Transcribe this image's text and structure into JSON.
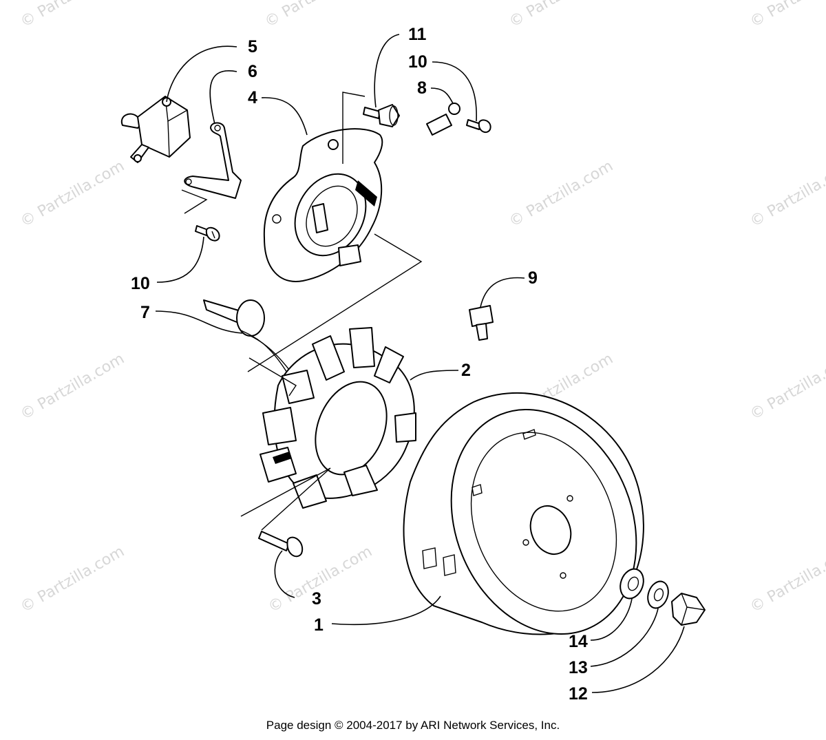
{
  "watermark_text": "© Partzilla.com",
  "callouts": {
    "c1": "1",
    "c2": "2",
    "c3": "3",
    "c4": "4",
    "c5": "5",
    "c6": "6",
    "c7": "7",
    "c8": "8",
    "c9": "9",
    "c10a": "10",
    "c10b": "10",
    "c11": "11",
    "c12": "12",
    "c13": "13",
    "c14": "14"
  },
  "footer": "Page design © 2004-2017 by ARI Network Services, Inc."
}
